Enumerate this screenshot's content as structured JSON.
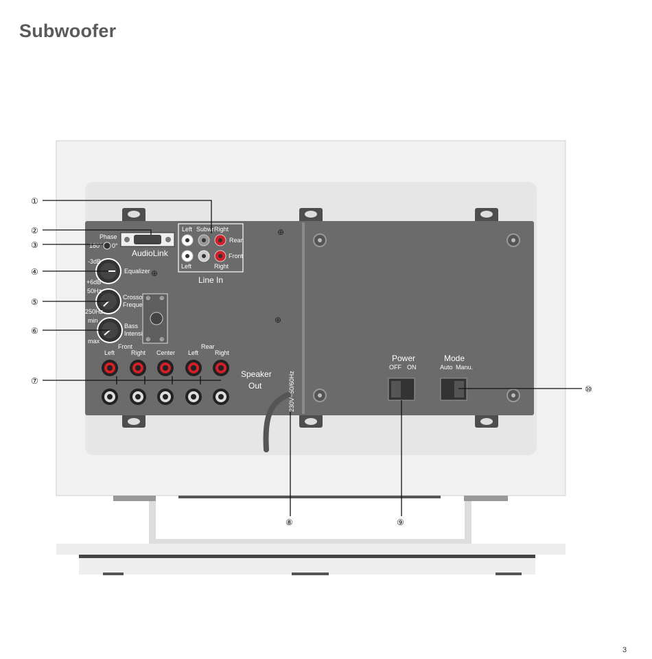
{
  "page": {
    "title": "Subwoofer",
    "page_number": "3"
  },
  "panel_labels": {
    "phase": "Phase",
    "phase_180": "180°",
    "phase_0": "0°",
    "audiolink": "AudioLink",
    "line_in": {
      "title": "Line In",
      "left": "Left",
      "subwoofer": "Subwr",
      "right": "Right",
      "rear": "Rear",
      "front": "Front",
      "left_bottom": "Left",
      "right_bottom": "Right"
    },
    "equalizer": {
      "label": "Equalizer",
      "min": "-3dB",
      "max": "+6dB"
    },
    "crossover": {
      "label_1": "Crossover",
      "label_2": "Frequency",
      "min": "50Hz",
      "max": "250Hz"
    },
    "bass_intensity": {
      "label_1": "Bass",
      "label_2": "Intensity",
      "min": "min",
      "max": "max"
    },
    "speaker_out": {
      "title_1": "Speaker",
      "title_2": "Out",
      "front": "Front",
      "rear": "Rear",
      "left": "Left",
      "right": "Right",
      "center": "Center",
      "rear_left": "Left",
      "rear_right": "Right"
    },
    "mains": "230V~50/60Hz",
    "power": {
      "title": "Power",
      "off": "OFF",
      "on": "ON"
    },
    "mode": {
      "title": "Mode",
      "auto": "Auto",
      "manual": "Manu."
    }
  },
  "callouts": [
    "①",
    "②",
    "③",
    "④",
    "⑤",
    "⑥",
    "⑦",
    "⑧",
    "⑨",
    "⑩"
  ],
  "colors": {
    "panel": "#6b6b6b",
    "housing": "#f0f0f0",
    "rca_red": "#d0202a",
    "rca_white": "#ffffff",
    "label_text": "#ffffff"
  }
}
